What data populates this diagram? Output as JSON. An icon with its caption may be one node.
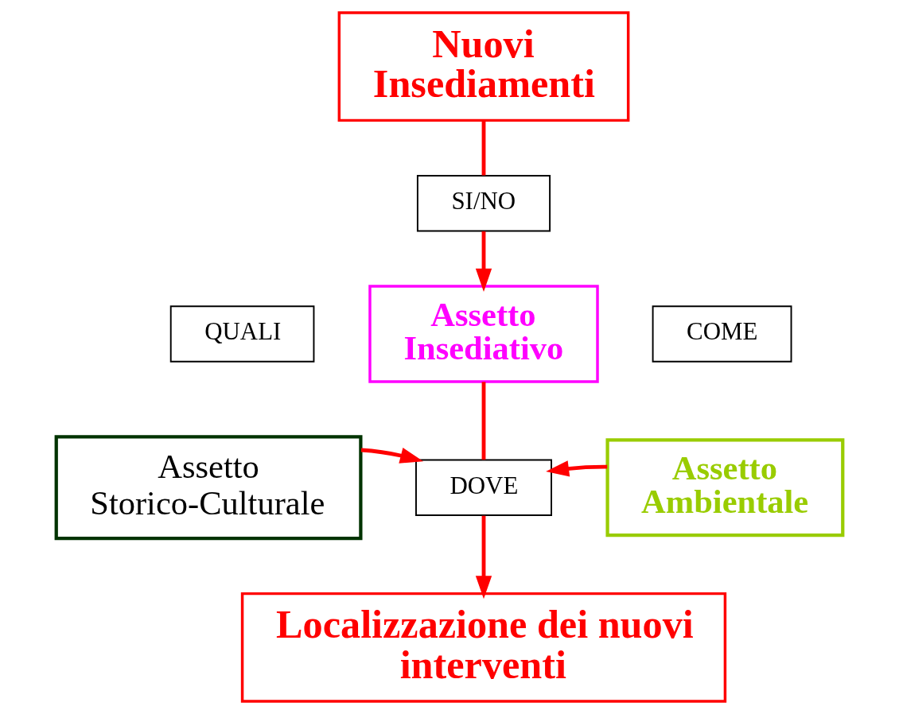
{
  "diagram": {
    "nodes": [
      {
        "text": [
          "Nuovi Insediamenti"
        ]
      },
      {
        "text": [
          "SI/NO"
        ]
      },
      {
        "text": [
          "Assetto Insediativo"
        ]
      },
      {
        "text": [
          "QUALI"
        ]
      },
      {
        "text": [
          "COME"
        ]
      },
      {
        "text": [
          "Assetto Storico-Culturale"
        ]
      },
      {
        "text": [
          "DOVE"
        ]
      },
      {
        "text": [
          "Assetto Ambientale"
        ]
      },
      {
        "text": [
          "Localizzazione dei nuovi interventi"
        ]
      }
    ],
    "edges": [
      {
        "from": 0,
        "to": 1,
        "arrow": "none"
      },
      {
        "from": 1,
        "to": 2,
        "arrow": "to"
      },
      {
        "from": 2,
        "to": 6,
        "arrow": "none"
      },
      {
        "from": 5,
        "to": 6,
        "arrow": "to"
      },
      {
        "from": 7,
        "to": 6,
        "arrow": "to"
      },
      {
        "from": 6,
        "to": 8,
        "arrow": "to"
      }
    ]
  }
}
